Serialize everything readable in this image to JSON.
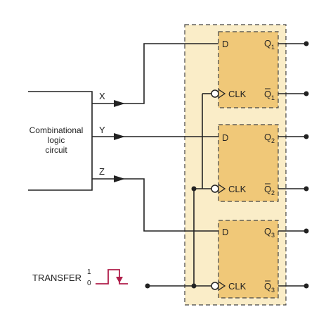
{
  "combinational_block": {
    "label_lines": [
      "Combinational",
      "logic",
      "circuit"
    ]
  },
  "signals": {
    "x": "X",
    "y": "Y",
    "z": "Z"
  },
  "transfer": {
    "label": "TRANSFER",
    "level_high": "1",
    "level_low": "0"
  },
  "flipflops": [
    {
      "d": "D",
      "clk": "CLK",
      "q": "Q",
      "qbar": "Q",
      "index": "1"
    },
    {
      "d": "D",
      "clk": "CLK",
      "q": "Q",
      "qbar": "Q",
      "index": "2"
    },
    {
      "d": "D",
      "clk": "CLK",
      "q": "Q",
      "qbar": "Q",
      "index": "3"
    }
  ],
  "colors": {
    "register_fill": "#faedc8",
    "flipflop_fill": "#f0c878",
    "wire": "#222222",
    "pulse": "#b01e4a"
  }
}
